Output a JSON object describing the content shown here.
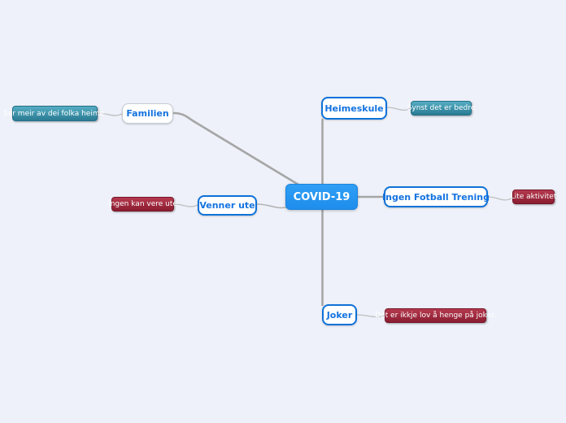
{
  "mindmap": {
    "nodes": {
      "root": {
        "label": "COVID-19"
      },
      "familien": {
        "label": "Familien"
      },
      "venner_ute": {
        "label": "Venner ute"
      },
      "heimeskule": {
        "label": "Heimeskule"
      },
      "ingen_fotball": {
        "label": "Ingen Fotball Trening"
      },
      "joker": {
        "label": "Joker"
      },
      "note_familien": {
        "label": "Ser meir av dei folka heime."
      },
      "note_venner": {
        "label": "Ingen kan vere ute"
      },
      "note_heimeskule": {
        "label": "Synst det er bedre"
      },
      "note_fotball": {
        "label": "Lite aktivitet"
      },
      "note_joker": {
        "label": "Det er ikkje lov å henge på joker."
      }
    },
    "colors": {
      "canvas_bg": "#eef1f9",
      "root_bg": "#2196f3",
      "root_text": "#ffffff",
      "topic_border_blue": "#0e72d8",
      "topic_border_gray": "#c6cbd4",
      "topic_text": "#1473e0",
      "note_teal_top": "#55adc3",
      "note_teal_bottom": "#2a7b93",
      "note_red_top": "#b5394e",
      "note_red_bottom": "#8a1d31",
      "note_text": "#ffffff",
      "connector": "#a6a6a6"
    }
  }
}
